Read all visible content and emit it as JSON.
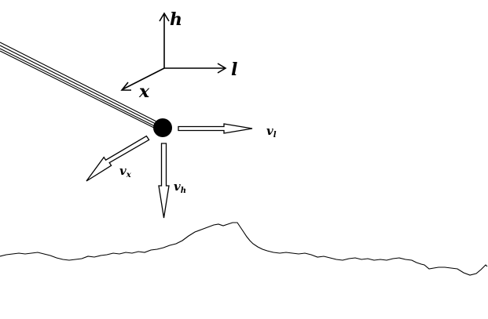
{
  "axes": {
    "h_label": "h",
    "l_label": "l",
    "x_label": "x"
  },
  "vectors": {
    "vl": {
      "main": "v",
      "sub": "l"
    },
    "vx": {
      "main": "v",
      "sub": "x"
    },
    "vh": {
      "main": "v",
      "sub": "h"
    }
  },
  "colors": {
    "ink": "#000000",
    "background": "#ffffff",
    "arrow_fill": "#ffffff"
  }
}
